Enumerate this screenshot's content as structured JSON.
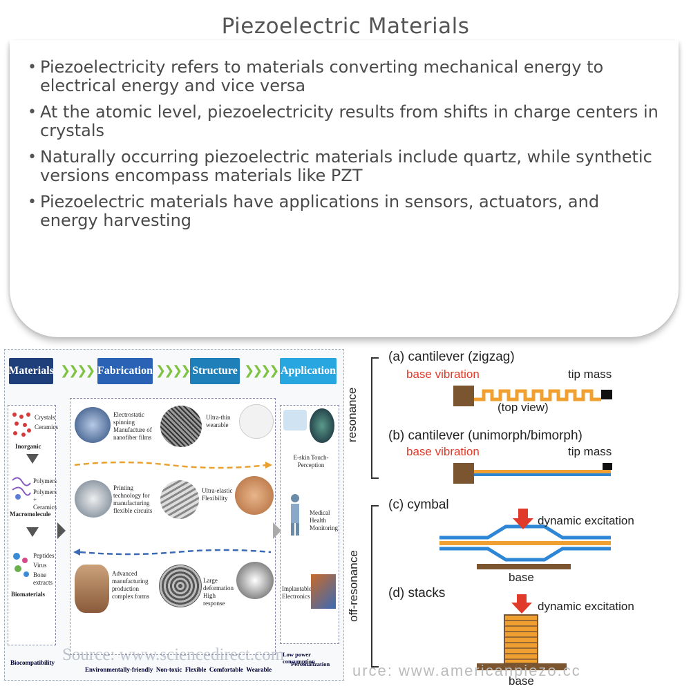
{
  "page": {
    "title": "Piezoelectric Materials"
  },
  "bullets": [
    "Piezoelectricity refers to materials converting mechanical energy to electrical energy and vice versa",
    "At the atomic level, piezoelectricity results from shifts in charge centers in crystals",
    "Naturally occurring piezoelectric materials include quartz, while synthetic versions encompass materials like PZT",
    "Piezoelectric materials have applications in sensors, actuators, and energy harvesting"
  ],
  "left_figure": {
    "headers": [
      "Materials",
      "Fabrication",
      "Structure",
      "Application"
    ],
    "materials": {
      "inorganic_items": [
        "Crystals",
        "Ceramics"
      ],
      "inorganic_label": "Inorganic",
      "macromolecule_items": [
        "Polymers",
        "Polymers + Ceramics"
      ],
      "macromolecule_label": "Macromolecule",
      "bio_items": [
        "Peptides",
        "Virus",
        "Bone extracts"
      ],
      "bio_label": "Biomaterials",
      "footer": "Biocompatibility"
    },
    "fabrication": [
      "Electrostatic spinning Manufacture of nanofiber films",
      "Printing technology for manufacturing flexible circuits",
      "Advanced manufacturing production complex forms"
    ],
    "structure": [
      "Ultra-thin wearable",
      "Ultra-elastic Flexibility",
      "Large deformation High response"
    ],
    "middle_footer": [
      "Environmentally-friendly",
      "Non-toxic",
      "Flexible",
      "Comfortable",
      "Wearable"
    ],
    "application": [
      "E-skin Touch-Perception",
      "Medical Health Monitoring",
      "Implantable Electronics"
    ],
    "application_footer": [
      "Low power consumption",
      "Personalization"
    ],
    "source": "Source: www.sciencedirect.com",
    "colors": {
      "materials_hdr": "#1f3f7a",
      "fabrication_hdr": "#2a63b5",
      "structure_hdr": "#1f7fb8",
      "application_hdr": "#27a6e0",
      "arrow": "#7fc241"
    }
  },
  "right_figure": {
    "resonance_label": "resonance",
    "off_resonance_label": "off-resonance",
    "a_label": "(a) cantilever (zigzag)",
    "a_base": "base vibration",
    "a_tip": "tip mass",
    "a_view": "(top view)",
    "b_label": "(b) cantilever (unimorph/bimorph)",
    "b_base": "base vibration",
    "b_tip": "tip mass",
    "c_label": "(c) cymbal",
    "c_excitation": "dynamic excitation",
    "c_base": "base",
    "d_label": "(d) stacks",
    "d_excitation": "dynamic excitation",
    "d_base": "base",
    "source": "urce: www.americanpiezo.cc",
    "colors": {
      "orange": "#f0a030",
      "blue": "#2e86d6",
      "brown": "#7a5530",
      "red": "#e03a2a"
    }
  }
}
